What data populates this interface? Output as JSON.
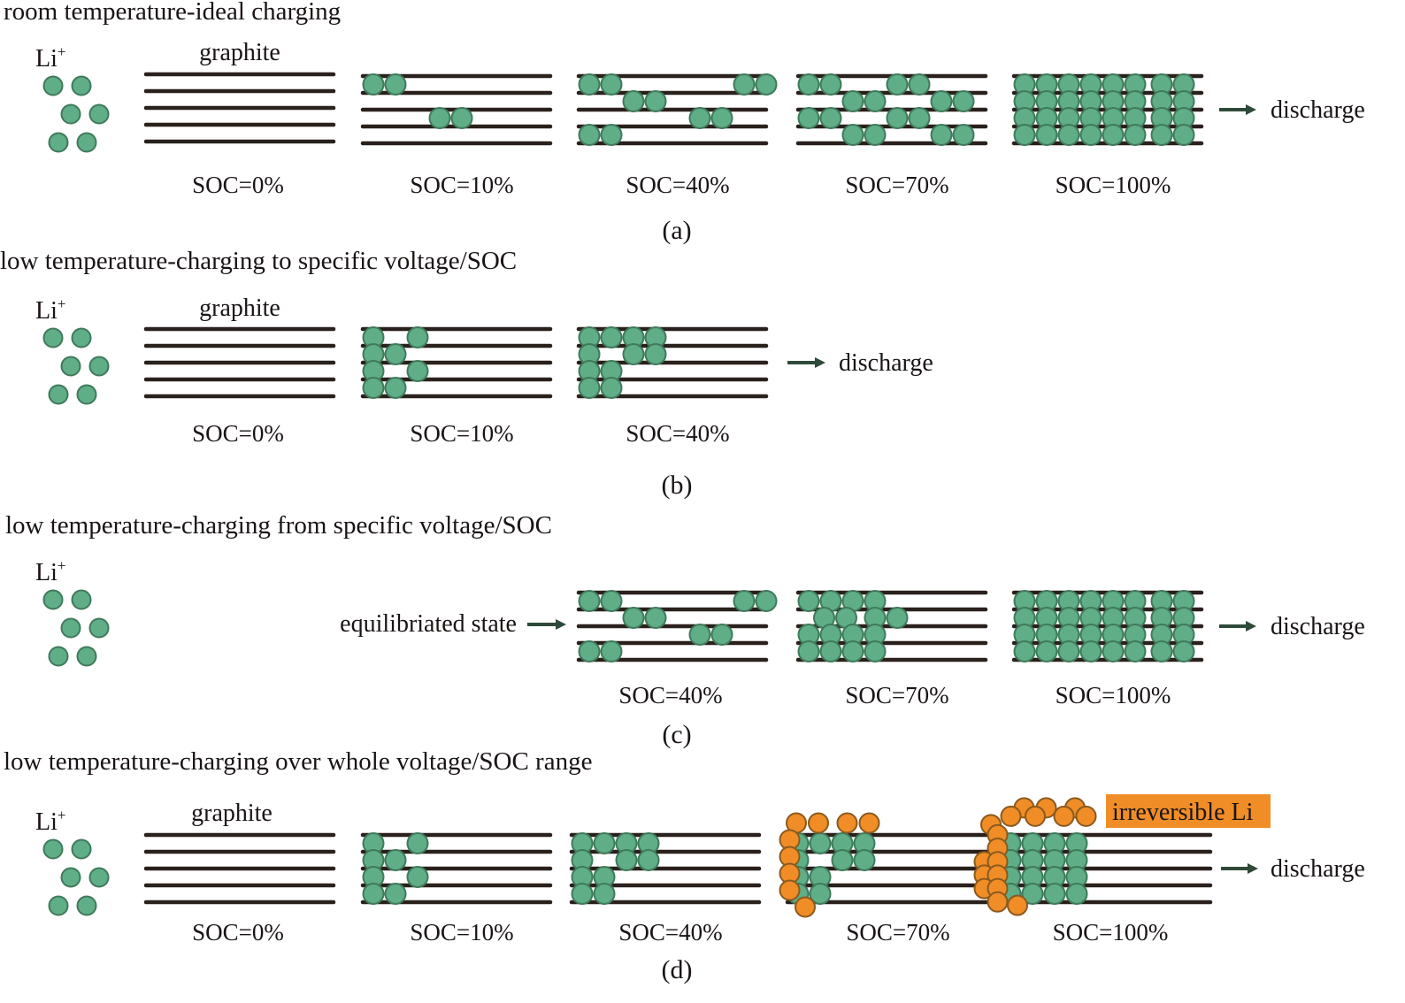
{
  "figure": {
    "colors": {
      "li_ion": "#5fae87",
      "irreversible_li": "#f08d27",
      "graphite_layer": "#2a201c",
      "arrow": "#2e4a38",
      "text": "#1a1414"
    },
    "legend": {
      "li_label": "Li",
      "li_superscript": "+",
      "graphite_label": "graphite",
      "discharge_label": "discharge",
      "equilibrated_label": "equilibriated state",
      "irreversible_label": "irreversible Li"
    },
    "panels": [
      {
        "id": "a",
        "title": "room temperature-ideal charging",
        "caption": "(a)",
        "show_graphite_label": true,
        "show_equilibrated": false,
        "stacks": [
          {
            "soc": "SOC=0%",
            "layers": 5,
            "li": [],
            "irreversible": []
          },
          {
            "soc": "SOC=10%",
            "layers": 5,
            "li": [
              [
                0,
                0
              ],
              [
                0,
                1
              ],
              [
                2,
                3
              ],
              [
                2,
                4
              ]
            ],
            "irreversible": []
          },
          {
            "soc": "SOC=40%",
            "layers": 5,
            "li": [
              [
                0,
                0
              ],
              [
                0,
                1
              ],
              [
                0,
                7
              ],
              [
                0,
                8
              ],
              [
                1,
                2
              ],
              [
                1,
                3
              ],
              [
                2,
                5
              ],
              [
                2,
                6
              ],
              [
                3,
                0
              ],
              [
                3,
                1
              ]
            ],
            "irreversible": []
          },
          {
            "soc": "SOC=70%",
            "layers": 5,
            "li": [
              [
                0,
                0
              ],
              [
                0,
                1
              ],
              [
                0,
                4
              ],
              [
                0,
                5
              ],
              [
                1,
                2
              ],
              [
                1,
                3
              ],
              [
                1,
                6
              ],
              [
                1,
                7
              ],
              [
                2,
                0
              ],
              [
                2,
                1
              ],
              [
                2,
                4
              ],
              [
                2,
                5
              ],
              [
                3,
                2
              ],
              [
                3,
                3
              ],
              [
                3,
                6
              ],
              [
                3,
                7
              ]
            ],
            "irreversible": []
          },
          {
            "soc": "SOC=100%",
            "layers": 5,
            "li": "full",
            "irreversible": []
          }
        ]
      },
      {
        "id": "b",
        "title": "low temperature-charging to specific voltage/SOC",
        "caption": "(b)",
        "show_graphite_label": true,
        "show_equilibrated": false,
        "stacks": [
          {
            "soc": "SOC=0%",
            "layers": 5,
            "li": [],
            "irreversible": []
          },
          {
            "soc": "SOC=10%",
            "layers": 5,
            "li": [
              [
                0,
                0
              ],
              [
                0,
                2
              ],
              [
                1,
                0
              ],
              [
                1,
                1
              ],
              [
                2,
                0
              ],
              [
                2,
                2
              ],
              [
                3,
                0
              ],
              [
                3,
                1
              ]
            ],
            "irreversible": []
          },
          {
            "soc": "SOC=40%",
            "layers": 5,
            "li": [
              [
                0,
                0
              ],
              [
                0,
                1
              ],
              [
                0,
                2
              ],
              [
                0,
                3
              ],
              [
                1,
                0
              ],
              [
                1,
                2
              ],
              [
                1,
                3
              ],
              [
                2,
                0
              ],
              [
                2,
                1
              ],
              [
                3,
                0
              ],
              [
                3,
                1
              ]
            ],
            "irreversible": []
          }
        ]
      },
      {
        "id": "c",
        "title": "low temperature-charging from specific voltage/SOC",
        "caption": "(c)",
        "show_graphite_label": false,
        "show_equilibrated": true,
        "stacks": [
          {
            "soc": "SOC=40%",
            "layers": 5,
            "li": [
              [
                0,
                0
              ],
              [
                0,
                1
              ],
              [
                0,
                7
              ],
              [
                0,
                8
              ],
              [
                1,
                2
              ],
              [
                1,
                3
              ],
              [
                2,
                5
              ],
              [
                2,
                6
              ],
              [
                3,
                0
              ],
              [
                3,
                1
              ]
            ],
            "irreversible": []
          },
          {
            "soc": "SOC=70%",
            "layers": 5,
            "li": [
              [
                0,
                0
              ],
              [
                0,
                1
              ],
              [
                0,
                2
              ],
              [
                0,
                3
              ],
              [
                1,
                0.7
              ],
              [
                1,
                1.7
              ],
              [
                1,
                3
              ],
              [
                1,
                4
              ],
              [
                2,
                0
              ],
              [
                2,
                1
              ],
              [
                2,
                2
              ],
              [
                2,
                3
              ],
              [
                3,
                0
              ],
              [
                3,
                1
              ],
              [
                3,
                2
              ],
              [
                3,
                3
              ]
            ],
            "irreversible": []
          },
          {
            "soc": "SOC=100%",
            "layers": 5,
            "li": "full",
            "irreversible": []
          }
        ]
      },
      {
        "id": "d",
        "title": "low temperature-charging over whole voltage/SOC range",
        "caption": "(d)",
        "show_graphite_label": true,
        "show_equilibrated": false,
        "stacks": [
          {
            "soc": "SOC=0%",
            "layers": 5,
            "li": [],
            "irreversible": []
          },
          {
            "soc": "SOC=10%",
            "layers": 5,
            "li": [
              [
                0,
                0
              ],
              [
                0,
                2
              ],
              [
                1,
                0
              ],
              [
                1,
                1
              ],
              [
                2,
                0
              ],
              [
                2,
                2
              ],
              [
                3,
                0
              ],
              [
                3,
                1
              ]
            ],
            "irreversible": []
          },
          {
            "soc": "SOC=40%",
            "layers": 5,
            "li": [
              [
                0,
                0
              ],
              [
                0,
                1
              ],
              [
                0,
                2
              ],
              [
                0,
                3
              ],
              [
                1,
                0
              ],
              [
                1,
                2
              ],
              [
                1,
                3
              ],
              [
                2,
                0
              ],
              [
                2,
                1
              ],
              [
                3,
                0
              ],
              [
                3,
                1
              ]
            ],
            "irreversible": []
          },
          {
            "soc": "SOC=70%",
            "layers": 5,
            "li": [
              [
                0,
                0
              ],
              [
                0,
                1
              ],
              [
                0,
                2
              ],
              [
                0,
                3
              ],
              [
                1,
                0
              ],
              [
                1,
                2
              ],
              [
                1,
                3
              ],
              [
                2,
                0
              ],
              [
                2,
                1
              ],
              [
                3,
                0
              ],
              [
                3,
                1
              ]
            ],
            "irreversible": [
              [
                -1,
                -0.4
              ],
              [
                -1,
                0.6
              ],
              [
                -1,
                1.9
              ],
              [
                -1,
                2.9
              ],
              [
                0,
                -0.7
              ],
              [
                1,
                -0.7
              ],
              [
                2,
                -0.7
              ],
              [
                3,
                -0.7
              ],
              [
                4,
                0
              ]
            ]
          },
          {
            "soc": "SOC=100%",
            "layers": 5,
            "li": [
              [
                0,
                0
              ],
              [
                0,
                1
              ],
              [
                0,
                2
              ],
              [
                0,
                3
              ],
              [
                1,
                0
              ],
              [
                1,
                1
              ],
              [
                1,
                2
              ],
              [
                1,
                3
              ],
              [
                2,
                0
              ],
              [
                2,
                1
              ],
              [
                2,
                2
              ],
              [
                2,
                3
              ],
              [
                3,
                0
              ],
              [
                3,
                1
              ],
              [
                3,
                2
              ],
              [
                3,
                3
              ]
            ],
            "irreversible": [
              [
                -1.9,
                0.3
              ],
              [
                -1.9,
                1.3
              ],
              [
                -1.9,
                2.6
              ],
              [
                -1.4,
                -0.3
              ],
              [
                -1.4,
                0.8
              ],
              [
                -1.4,
                2.1
              ],
              [
                -1.4,
                3.1
              ],
              [
                -0.9,
                -1.2
              ],
              [
                -0.3,
                -0.9
              ],
              [
                0.5,
                -0.9
              ],
              [
                1.3,
                -1.5
              ],
              [
                1.3,
                -0.9
              ],
              [
                2.1,
                -1.5
              ],
              [
                2.1,
                -0.9
              ],
              [
                2.9,
                -1.5
              ],
              [
                2.9,
                -0.9
              ],
              [
                3.7,
                -0.9
              ],
              [
                3.9,
                0
              ]
            ]
          }
        ]
      }
    ]
  }
}
